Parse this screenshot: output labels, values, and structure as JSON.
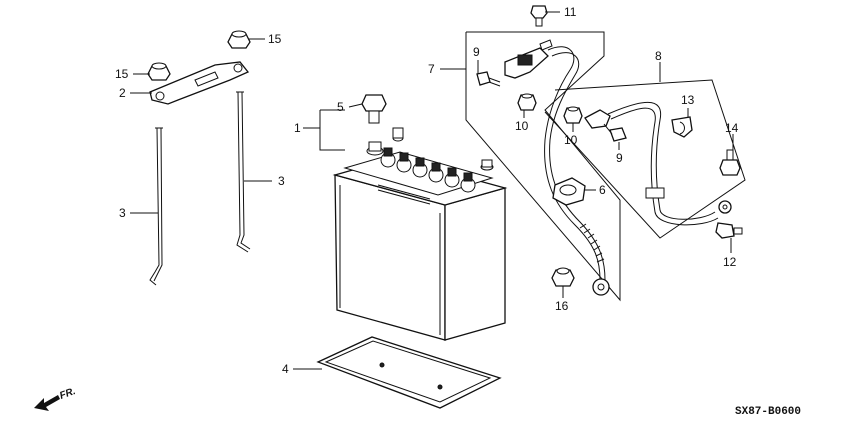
{
  "diagram": {
    "code": "SX87-B0600",
    "front_label": "FR.",
    "callouts": {
      "c1": "1",
      "c2": "2",
      "c3a": "3",
      "c3b": "3",
      "c4": "4",
      "c5": "5",
      "c6": "6",
      "c7": "7",
      "c8": "8",
      "c9a": "9",
      "c9b": "9",
      "c10a": "10",
      "c10b": "10",
      "c11": "11",
      "c12": "12",
      "c13": "13",
      "c14": "14",
      "c15a": "15",
      "c15b": "15",
      "c16": "16"
    }
  }
}
